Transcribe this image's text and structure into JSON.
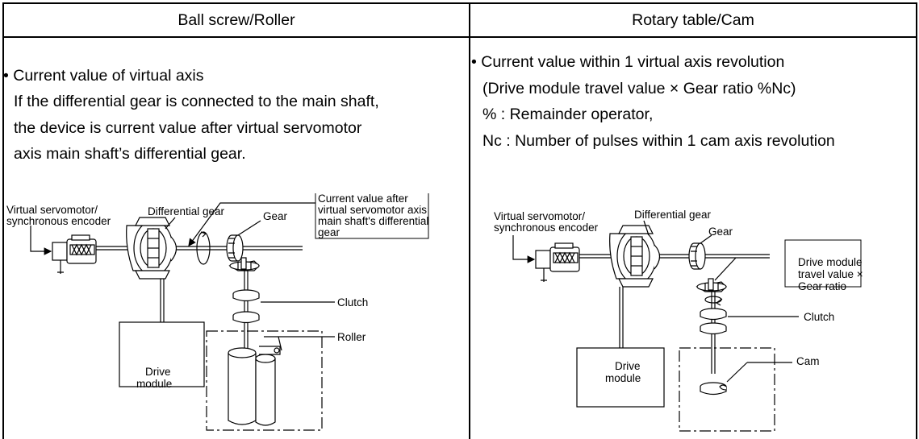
{
  "header": {
    "left": "Ball screw/Roller",
    "right": "Rotary table/Cam"
  },
  "left": {
    "lines": [
      "• Current value of virtual axis",
      "If the differential gear is connected to the main shaft,",
      "the device is current value after virtual servomotor",
      "axis main shaft’s differential gear."
    ],
    "diagram": {
      "servomotor_label": [
        "Virtual servomotor/",
        "synchronous encoder"
      ],
      "diff_gear_label": "Differential gear",
      "gear_label": "Gear",
      "callout": [
        "Current value after",
        "virtual servomotor axis",
        "main shaft's differential",
        "gear"
      ],
      "clutch_label": "Clutch",
      "roller_label": "Roller",
      "drive_module": [
        "Drive",
        "module"
      ]
    }
  },
  "right": {
    "lines": [
      "• Current value within 1 virtual axis revolution",
      "(Drive module travel value × Gear ratio %Nc)",
      "% : Remainder operator,",
      "Nc : Number of pulses within 1 cam axis revolution"
    ],
    "diagram": {
      "servomotor_label": [
        "Virtual servomotor/",
        "synchronous encoder"
      ],
      "diff_gear_label": "Differential gear",
      "gear_label": "Gear",
      "callout": [
        "Drive module",
        "travel value ×",
        "Gear ratio"
      ],
      "clutch_label": "Clutch",
      "cam_label": "Cam",
      "drive_module": [
        "Drive",
        "module"
      ]
    }
  }
}
